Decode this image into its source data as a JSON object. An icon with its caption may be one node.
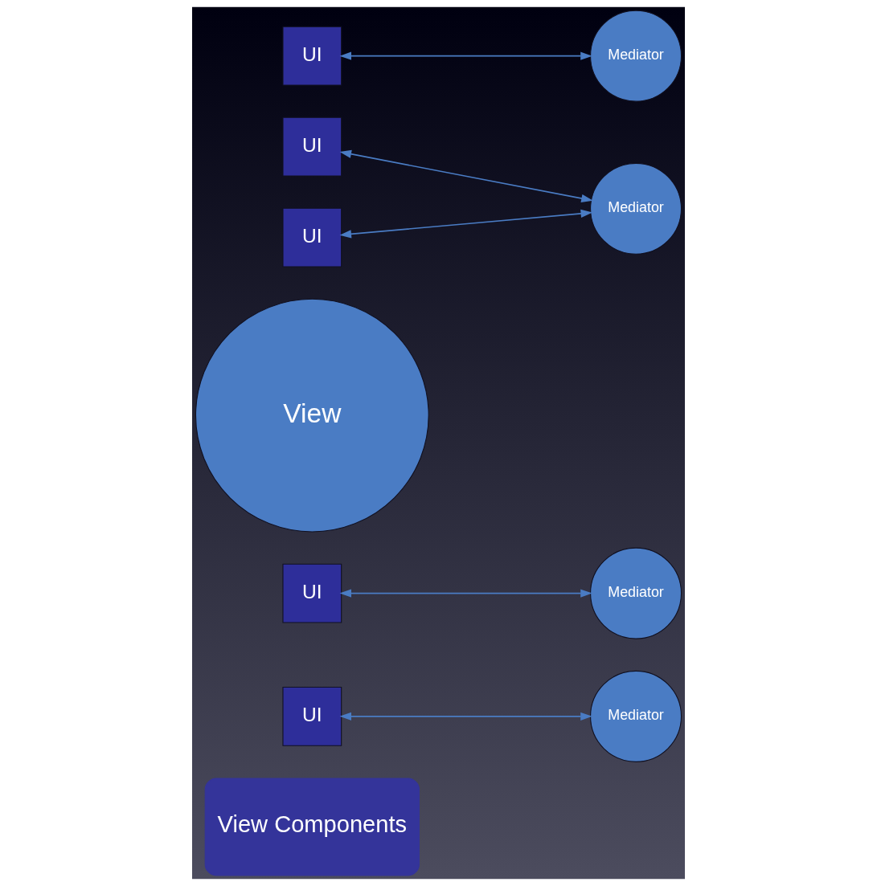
{
  "diagram": {
    "nodes": [
      {
        "text": [
          "View Components"
        ]
      },
      {
        "text": [
          "Mediator"
        ]
      },
      {
        "text": [
          "UI"
        ]
      },
      {
        "text": [
          "Mediator"
        ]
      },
      {
        "text": [
          "UI"
        ]
      },
      {
        "text": [
          "View"
        ]
      },
      {
        "text": [
          "UI"
        ]
      },
      {
        "text": [
          "Mediator"
        ]
      },
      {
        "text": [
          "UI"
        ]
      },
      {
        "text": [
          "Mediator"
        ]
      },
      {
        "text": [
          "UI"
        ]
      }
    ],
    "edges": [
      {
        "from": 2,
        "to": 1,
        "arrow": "both"
      },
      {
        "from": 4,
        "to": 3,
        "arrow": "both"
      },
      {
        "from": 6,
        "to": 7,
        "arrow": "both"
      },
      {
        "from": 8,
        "to": 7,
        "arrow": "both"
      },
      {
        "from": 10,
        "to": 9,
        "arrow": "both"
      }
    ]
  }
}
